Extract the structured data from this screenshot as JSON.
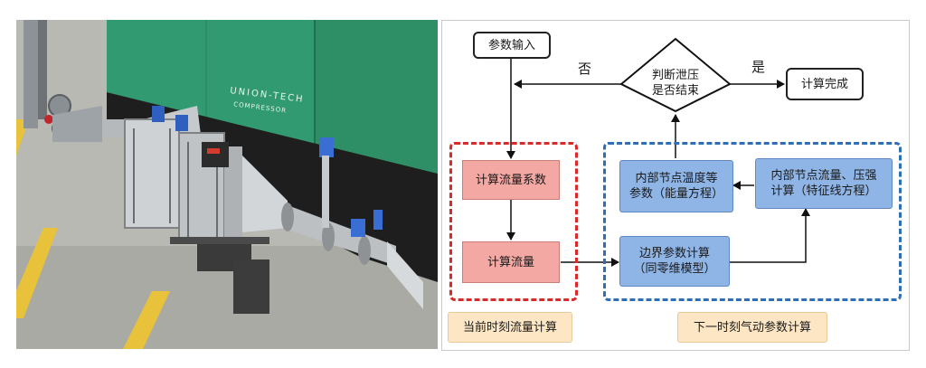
{
  "photo": {
    "brand_text": "UNION-TECH",
    "sub_text": "COMPRESSOR"
  },
  "flowchart": {
    "input": "参数输入",
    "decision_line1": "判断泄压",
    "decision_line2": "是否结束",
    "no_label": "否",
    "yes_label": "是",
    "done": "计算完成",
    "calc_coef": "计算流量系数",
    "calc_flow": "计算流量",
    "boundary_line1": "边界参数计算",
    "boundary_line2": "（同零维模型）",
    "internal_temp_line1": "内部节点温度等",
    "internal_temp_line2": "参数（能量方程）",
    "internal_flow_line1": "内部节点流量、压强",
    "internal_flow_line2": "计算（特征线方程）",
    "current_label": "当前时刻流量计算",
    "next_label": "下一时刻气动参数计算"
  },
  "colors": {
    "red_frame": "#d92a2a",
    "blue_frame": "#2f6db5",
    "pink_box": "#f4a8a3",
    "blue_box": "#8fb4e6",
    "tag_box": "#fde6c4"
  }
}
